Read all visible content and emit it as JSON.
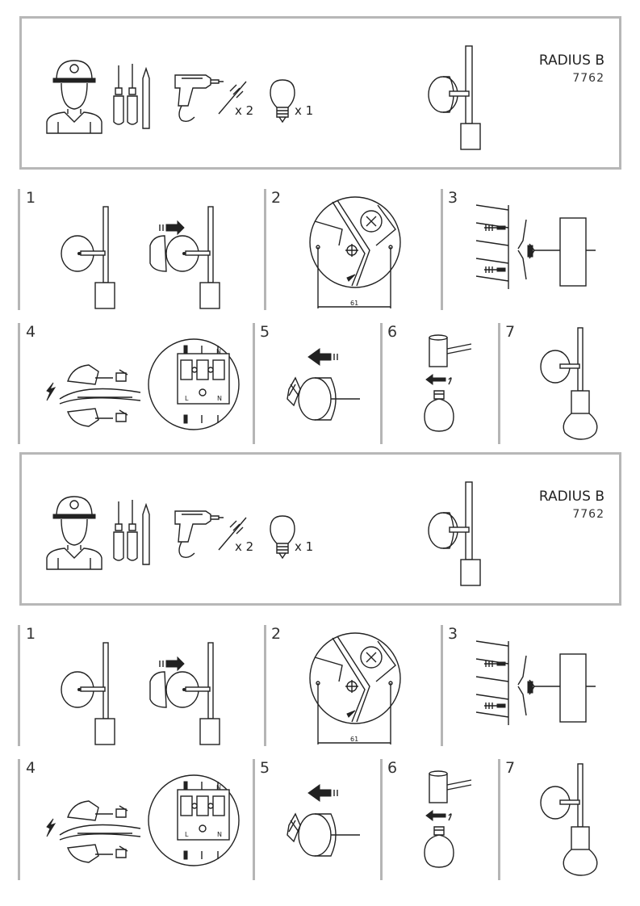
{
  "sections": [
    {
      "product": {
        "name": "RADIUS B",
        "code": "7762"
      },
      "tools": {
        "screws_qty": "x 2",
        "bulb_qty": "x 1"
      },
      "steps": [
        {
          "number": "1"
        },
        {
          "number": "2",
          "dimension": "61"
        },
        {
          "number": "3"
        },
        {
          "number": "4",
          "terminal_labels": [
            "L",
            "N",
            "L",
            "N"
          ]
        },
        {
          "number": "5"
        },
        {
          "number": "6"
        },
        {
          "number": "7"
        }
      ]
    },
    {
      "product": {
        "name": "RADIUS B",
        "code": "7762"
      },
      "tools": {
        "screws_qty": "x 2",
        "bulb_qty": "x 1"
      },
      "steps": [
        {
          "number": "1"
        },
        {
          "number": "2",
          "dimension": "61"
        },
        {
          "number": "3"
        },
        {
          "number": "4",
          "terminal_labels": [
            "L",
            "N",
            "L",
            "N"
          ]
        },
        {
          "number": "5"
        },
        {
          "number": "6"
        },
        {
          "number": "7"
        }
      ]
    }
  ]
}
